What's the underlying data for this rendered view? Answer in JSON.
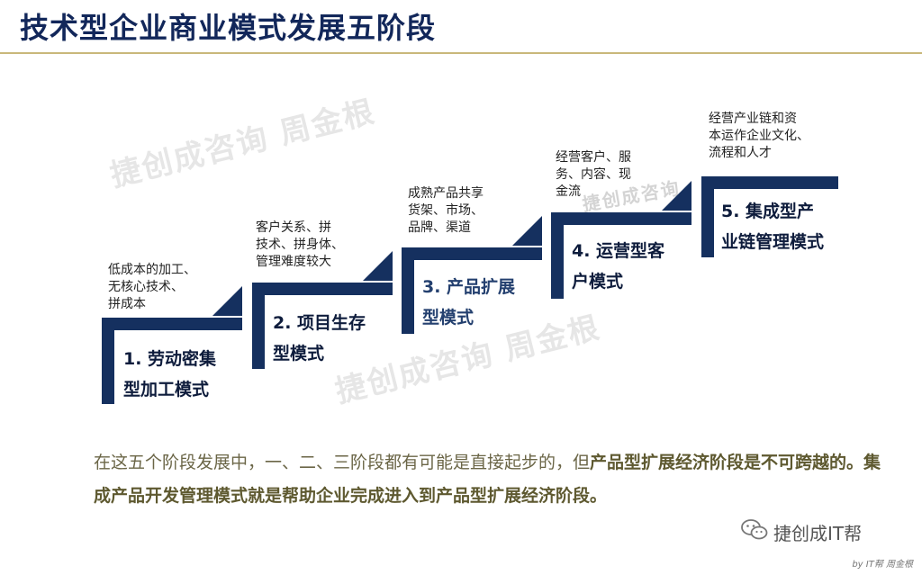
{
  "title": "技术型企业商业模式发展五阶段",
  "watermarks": [
    "捷创成咨询 周金根",
    "捷创成咨询 周金根",
    "捷创成咨询"
  ],
  "stages": [
    {
      "title_line1": "1. 劳动密集",
      "title_line2": "型加工模式",
      "desc": "低成本的加工、\n无核心技术、\n拼成本"
    },
    {
      "title_line1": "2. 项目生存",
      "title_line2": "型模式",
      "desc": "客户关系、拼\n技术、拼身体、\n管理难度较大"
    },
    {
      "title_line1": "3. 产品扩展",
      "title_line2": "型模式",
      "desc": "成熟产品共享\n货架、市场、\n品牌、渠道"
    },
    {
      "title_line1": "4. 运营型客",
      "title_line2": "户模式",
      "desc": "经营客户、服\n务、内容、现\n金流"
    },
    {
      "title_line1": "5. 集成型产",
      "title_line2": "业链管理模式",
      "desc": "经营产业链和资\n本运作企业文化、\n流程和人才"
    }
  ],
  "summary": {
    "part1": "在这五个阶段发展中，一、二、三阶段都有可能是直接起步的，但",
    "part2": "产品型扩展经济阶段",
    "part3": "是不可跨越的。集成产品开发管理模式就是帮助企业完成进入到产品型扩展经济阶段。"
  },
  "brand": {
    "icon": "wechat-icon",
    "label": "捷创成IT帮"
  },
  "byline": "by IT帮 周金根",
  "colors": {
    "navy": "#15305f",
    "title": "#12275a",
    "summary": "#6b6647",
    "rule": "#c9b87a"
  }
}
